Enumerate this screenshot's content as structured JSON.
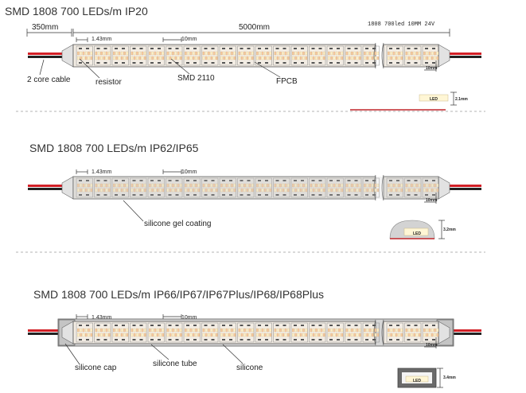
{
  "sections": [
    {
      "title": "SMD 1808 700 LEDs/m  IP20",
      "dims": {
        "cable_length": "350mm",
        "strip_length": "5000mm",
        "pitch": "1.43mm",
        "segment": "10mm",
        "spec": "1808  700led  10MM  24V",
        "end_width": "10mm",
        "thickness": "2.1mm"
      },
      "callouts": [
        "2 core cable",
        "resistor",
        "SMD 2110",
        "FPCB"
      ],
      "led_label": "LED"
    },
    {
      "title": "SMD 1808 700 LEDs/m  IP62/IP65",
      "dims": {
        "pitch": "1.43mm",
        "segment": "10mm",
        "end_width": "10mm",
        "thickness": "3.2mm"
      },
      "callouts": [
        "silicone gel coating"
      ],
      "led_label": "LED"
    },
    {
      "title": "SMD 1808 700 LEDs/m  IP66/IP67/IP67Plus/IP68/IP68Plus",
      "dims": {
        "pitch": "1.43mm",
        "segment": "10mm",
        "end_width": "10mm",
        "thickness": "3.4mm"
      },
      "callouts": [
        "silicone cap",
        "silicone tube",
        "silicone"
      ],
      "led_label": "LED"
    }
  ],
  "colors": {
    "strip_fill": "#f3ede4",
    "led_warm": "#f5c79a",
    "led_pale": "#fff3c8",
    "cable_red": "#d21f26",
    "cable_black": "#222222",
    "gel": "#d8d8d8",
    "separator": "#9a9a9a"
  }
}
